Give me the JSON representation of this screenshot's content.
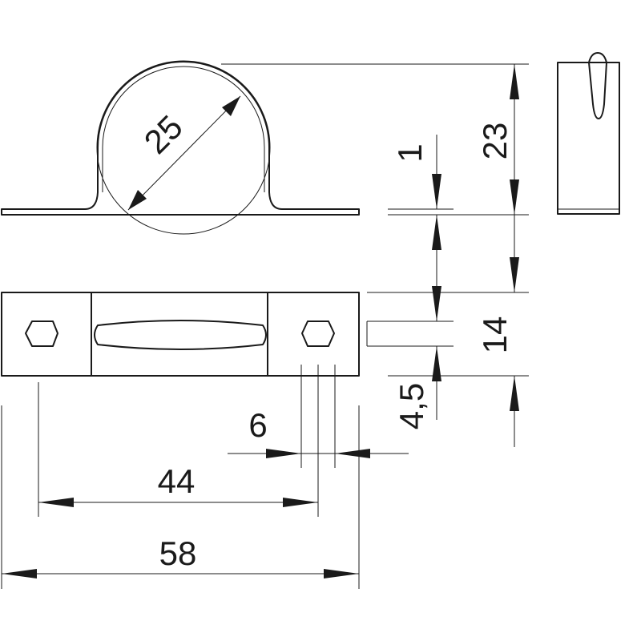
{
  "colors": {
    "line": "#1a1a1a",
    "background": "#ffffff"
  },
  "dimensions": {
    "diameter": "25",
    "thickness": "1",
    "height": "23",
    "width": "14",
    "slot": "4,5",
    "hole": "6",
    "hole_spacing": "44",
    "length": "58"
  }
}
